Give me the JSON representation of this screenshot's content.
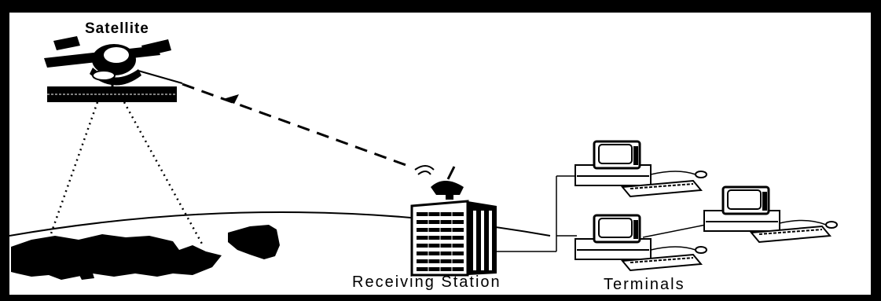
{
  "labels": {
    "satellite": "Satellite",
    "receiving_station": "Receiving Station",
    "terminals": "Terminals"
  },
  "colors": {
    "ink": "#000000",
    "background": "#ffffff"
  }
}
